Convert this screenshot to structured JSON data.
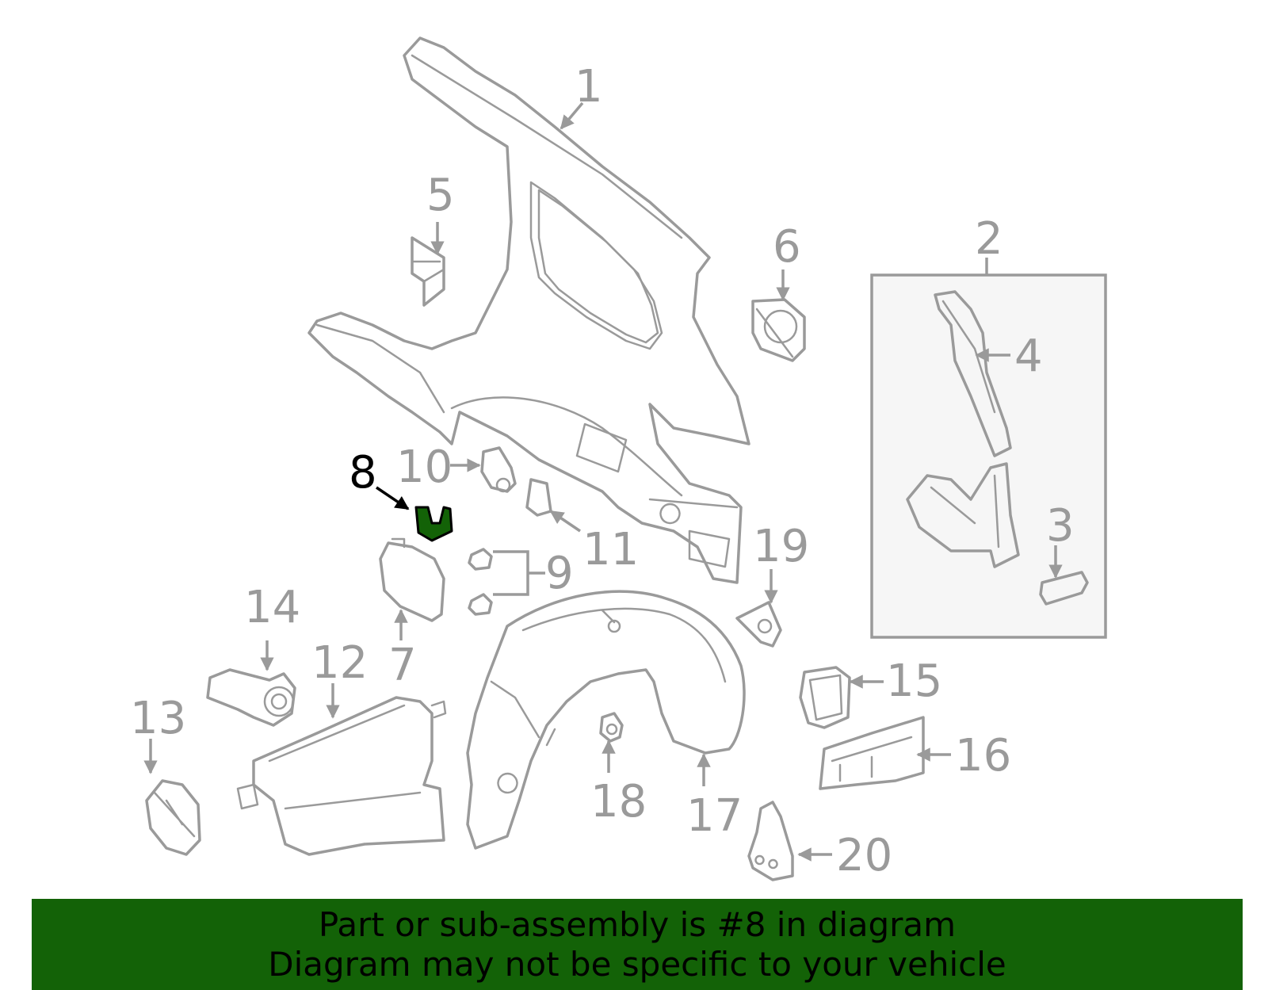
{
  "diagram": {
    "highlight_part": "8",
    "highlight_color": "#136207",
    "line_color": "#9a9a9a",
    "callouts": [
      "1",
      "2",
      "3",
      "4",
      "5",
      "6",
      "7",
      "8",
      "9",
      "10",
      "11",
      "12",
      "13",
      "14",
      "15",
      "16",
      "17",
      "18",
      "19",
      "20"
    ]
  },
  "banner": {
    "line1": "Part or sub-assembly is #8 in diagram",
    "line2": "Diagram may not be specific to your vehicle",
    "background": "#136207"
  }
}
